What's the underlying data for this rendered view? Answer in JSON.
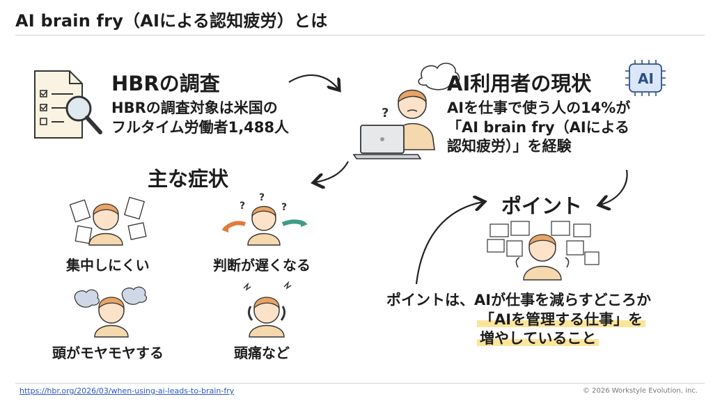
{
  "slide": {
    "title": "AI brain fry（AIによる認知疲労）とは",
    "hbr": {
      "heading": "HBRの調査",
      "line1": "HBRの調査対象は米国の",
      "line2": "フルタイム労働者1,488人"
    },
    "ai_users": {
      "heading": "AI利用者の現状",
      "line1": "AIを仕事で使う人の14%が",
      "line2": "「AI brain fry（AIによる",
      "line3": "認知疲労）」を経験",
      "badge": "AI"
    },
    "symptoms": {
      "heading": "主な症状",
      "items": [
        "集中しにくい",
        "判断が遅くなる",
        "頭がモヤモヤする",
        "頭痛など"
      ]
    },
    "point": {
      "heading": "ポイント",
      "line1": "ポイントは、AIが仕事を減らすどころか",
      "line2": "「AIを管理する仕事」を",
      "line3": "増やしていること"
    }
  },
  "footer": {
    "link": "https://hbr.org/2026/03/when-using-ai-leads-to-brain-fry",
    "copyright": "© 2026 Workstyle Evolution, inc."
  },
  "icons": [
    "document-search-icon",
    "laptop-person-icon",
    "ai-chip-icon",
    "thought-bubble-icon",
    "confused-person-icon",
    "dashboard-person-icon"
  ],
  "colors": {
    "highlight": "#fbe59a",
    "skin": "#fbe2c8",
    "hair": "#e8a468",
    "link": "#2a55c9"
  }
}
